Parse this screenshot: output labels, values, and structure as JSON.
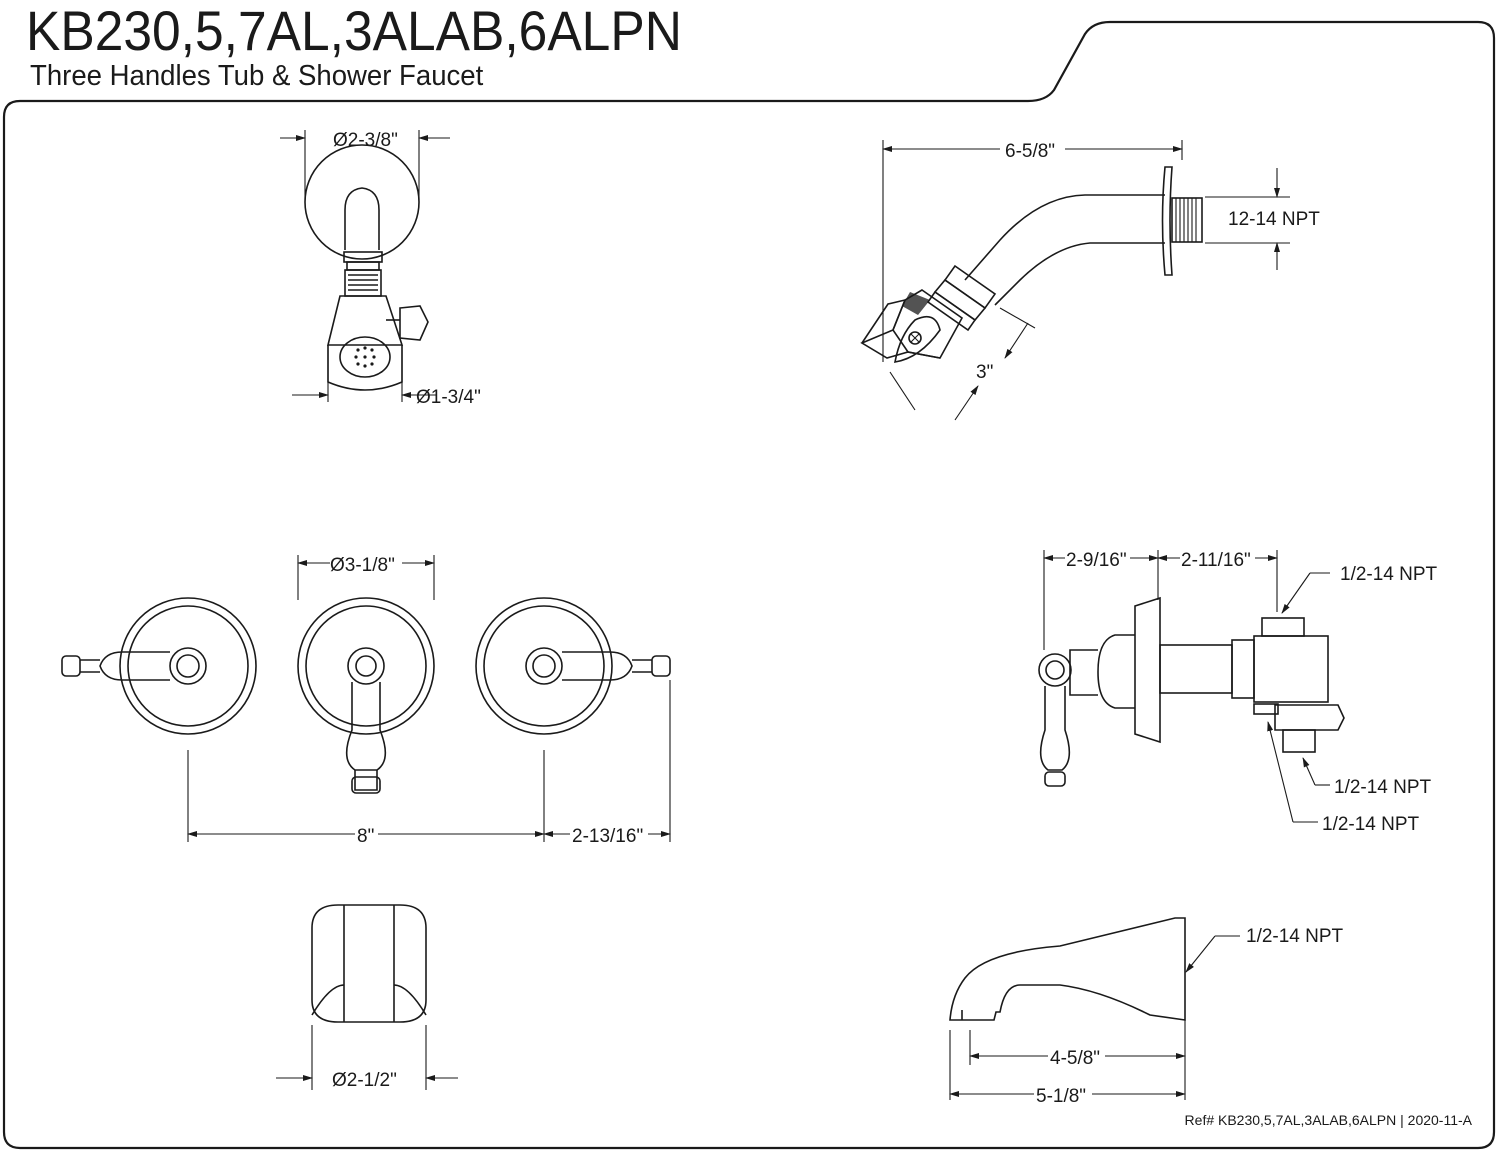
{
  "header": {
    "title": "KB230,5,7AL,3ALAB,6ALPN",
    "subtitle": "Three Handles Tub & Shower Faucet"
  },
  "footer": {
    "ref": "Ref# KB230,5,7AL,3ALAB,6ALPN | 2020-11-A"
  },
  "dims": {
    "showerhead_flange": "Ø2-3/8\"",
    "showerhead_face": "Ø1-3/4\"",
    "shower_arm_length": "6-5/8\"",
    "shower_arm_thread": "12-14 NPT",
    "showerhead_length": "3\"",
    "handle_flange": "Ø3-1/8\"",
    "handle_spacing": "8\"",
    "handle_side": "2-13/16\"",
    "valve_depth_a": "2-9/16\"",
    "valve_depth_b": "2-11/16\"",
    "valve_top_npt": "1/2-14 NPT",
    "valve_mid_npt": "1/2-14 NPT",
    "valve_bot_npt": "1/2-14 NPT",
    "spout_flange": "Ø2-1/2\"",
    "spout_npt": "1/2-14 NPT",
    "spout_reach_a": "4-5/8\"",
    "spout_reach_b": "5-1/8\""
  }
}
